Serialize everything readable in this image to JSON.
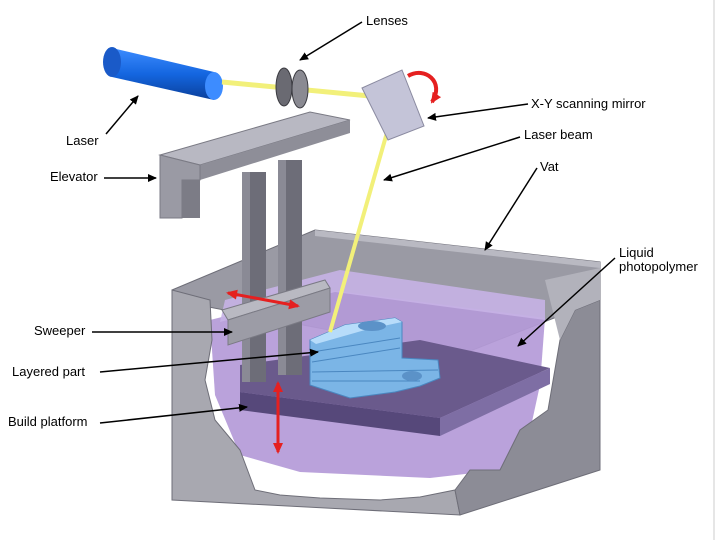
{
  "labels": {
    "lenses": "Lenses",
    "laser": "Laser",
    "mirror": "X-Y scanning mirror",
    "laser_beam": "Laser beam",
    "elevator": "Elevator",
    "vat": "Vat",
    "liquid": "Liquid photopolymer",
    "sweeper": "Sweeper",
    "layered_part": "Layered part",
    "build_platform": "Build platform"
  },
  "colors": {
    "laser_body": "#1466e0",
    "beam": "#f2f07a",
    "vat_gray": "#a8a8b0",
    "liquid_purple": "#b49ad8",
    "part_blue": "#8fc6ee",
    "motion_arrow": "#e52020"
  }
}
